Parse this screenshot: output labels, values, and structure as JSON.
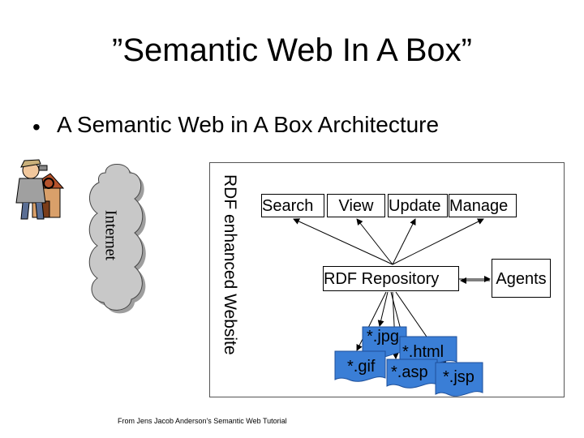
{
  "slide": {
    "title": "”Semantic Web In A Box”",
    "bullet": "A Semantic Web in A Box Architecture",
    "bullet_marker": "•",
    "credit": "From Jens Jacob Anderson's Semantic Web Tutorial"
  },
  "diagram": {
    "internet_label": "Internet",
    "website_label": "RDF enhanced Website",
    "actions": [
      "Search",
      "View",
      "Update",
      "Manage"
    ],
    "repository": "RDF Repository",
    "agents": "Agents",
    "files": [
      "*.jpg",
      "*.html",
      "*.gif",
      "*.asp",
      "*.jsp"
    ],
    "colors": {
      "cloud_fill": "#c8c8c8",
      "file_fill": "#3a7ed6",
      "frame": "#555555"
    }
  }
}
